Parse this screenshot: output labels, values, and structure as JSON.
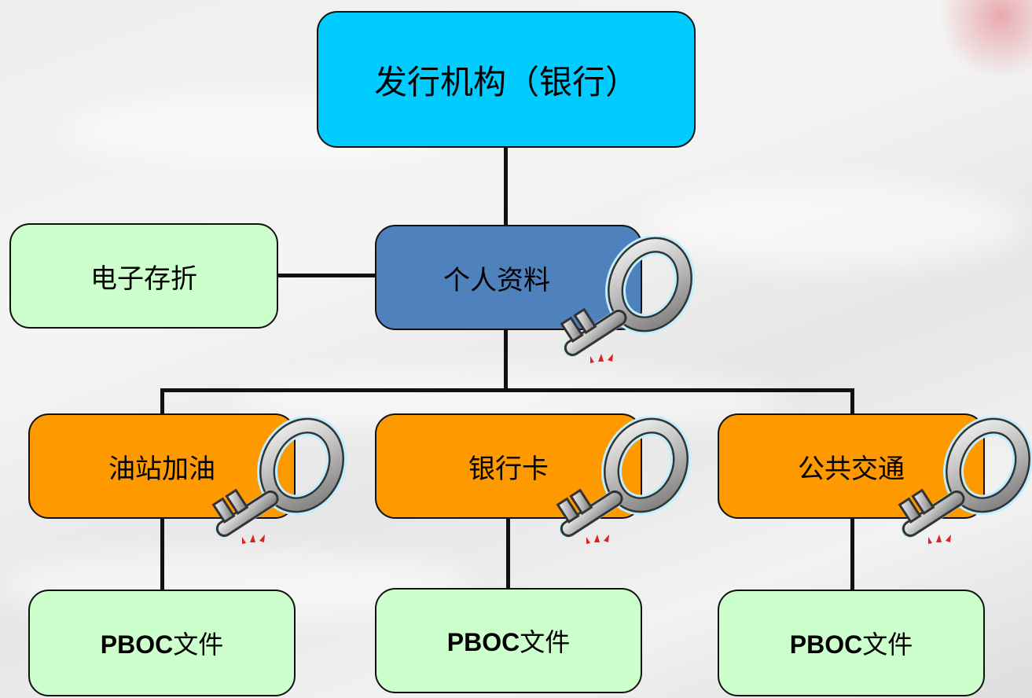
{
  "diagram": {
    "root": {
      "label": "发行机构（银行）",
      "color": "#00ccff"
    },
    "personal": {
      "label": "个人资料",
      "color": "#4f81bd"
    },
    "passbook": {
      "label": "电子存折",
      "color": "#ccffcc"
    },
    "apps": [
      {
        "label": "油站加油",
        "color": "#ff9900"
      },
      {
        "label": "银行卡",
        "color": "#ff9900"
      },
      {
        "label": "公共交通",
        "color": "#ff9900"
      }
    ],
    "files": [
      {
        "prefix": "PBOC",
        "suffix": "文件",
        "color": "#ccffcc"
      },
      {
        "prefix": "PBOC",
        "suffix": "文件",
        "color": "#ccffcc"
      },
      {
        "prefix": "PBOC",
        "suffix": "文件",
        "color": "#ccffcc"
      }
    ],
    "key_icon": "key-icon"
  }
}
